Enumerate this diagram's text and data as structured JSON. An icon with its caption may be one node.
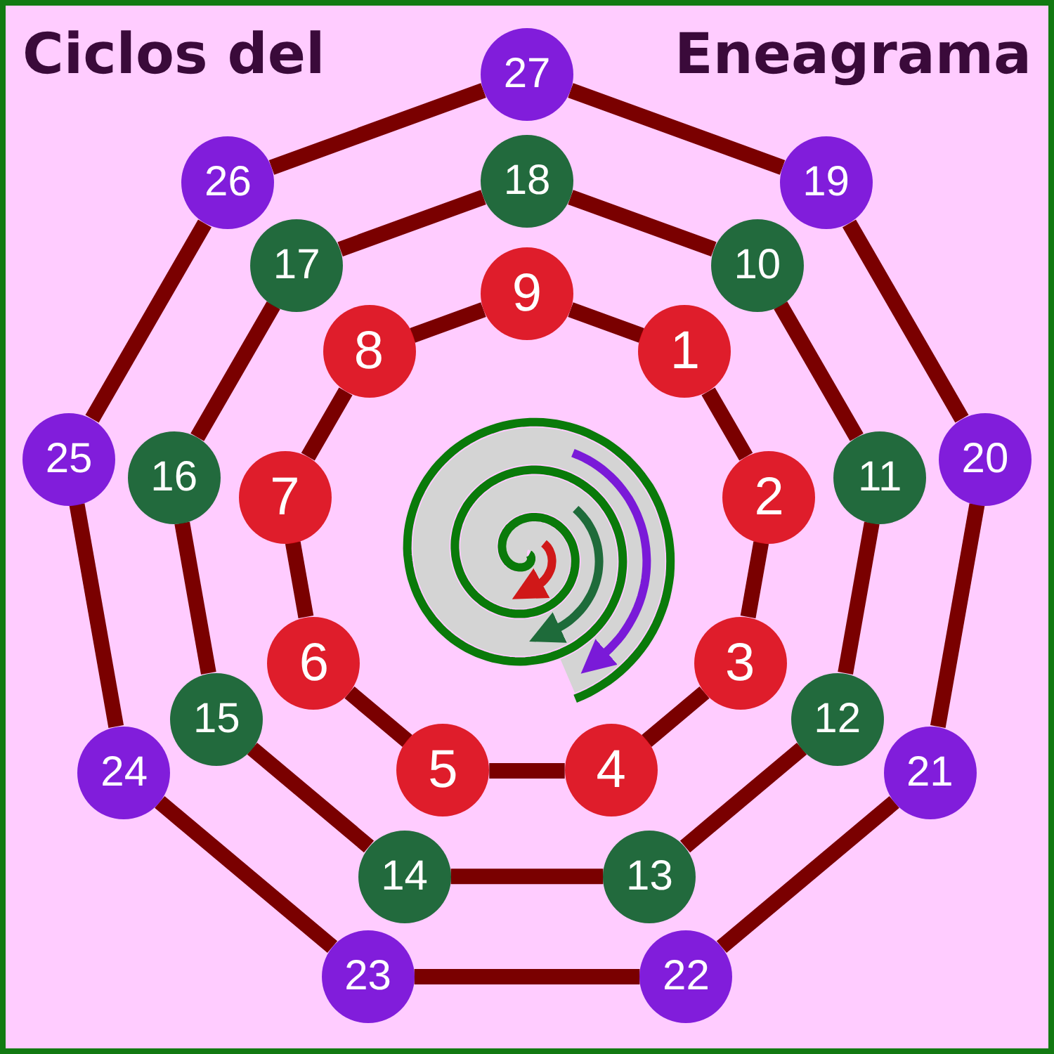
{
  "diagram": {
    "title": "Ciclos del Eneagrama",
    "nodes": [
      {
        "text": [
          "1"
        ]
      },
      {
        "text": [
          "2"
        ]
      },
      {
        "text": [
          "3"
        ]
      },
      {
        "text": [
          "4"
        ]
      },
      {
        "text": [
          "5"
        ]
      },
      {
        "text": [
          "6"
        ]
      },
      {
        "text": [
          "7"
        ]
      },
      {
        "text": [
          "8"
        ]
      },
      {
        "text": [
          "9"
        ]
      },
      {
        "text": [
          "10"
        ]
      },
      {
        "text": [
          "11"
        ]
      },
      {
        "text": [
          "12"
        ]
      },
      {
        "text": [
          "13"
        ]
      },
      {
        "text": [
          "14"
        ]
      },
      {
        "text": [
          "15"
        ]
      },
      {
        "text": [
          "16"
        ]
      },
      {
        "text": [
          "17"
        ]
      },
      {
        "text": [
          "18"
        ]
      },
      {
        "text": [
          "19"
        ]
      },
      {
        "text": [
          "20"
        ]
      },
      {
        "text": [
          "21"
        ]
      },
      {
        "text": [
          "22"
        ]
      },
      {
        "text": [
          "23"
        ]
      },
      {
        "text": [
          "24"
        ]
      },
      {
        "text": [
          "25"
        ]
      },
      {
        "text": [
          "26"
        ]
      },
      {
        "text": [
          "27"
        ]
      }
    ],
    "edges": [
      {
        "from": 0,
        "to": 1,
        "arrow": "none"
      },
      {
        "from": 1,
        "to": 2,
        "arrow": "none"
      },
      {
        "from": 2,
        "to": 3,
        "arrow": "none"
      },
      {
        "from": 3,
        "to": 4,
        "arrow": "none"
      },
      {
        "from": 4,
        "to": 5,
        "arrow": "none"
      },
      {
        "from": 5,
        "to": 6,
        "arrow": "none"
      },
      {
        "from": 6,
        "to": 7,
        "arrow": "none"
      },
      {
        "from": 7,
        "to": 8,
        "arrow": "none"
      },
      {
        "from": 8,
        "to": 0,
        "arrow": "none"
      },
      {
        "from": 9,
        "to": 10,
        "arrow": "none"
      },
      {
        "from": 10,
        "to": 11,
        "arrow": "none"
      },
      {
        "from": 11,
        "to": 12,
        "arrow": "none"
      },
      {
        "from": 12,
        "to": 13,
        "arrow": "none"
      },
      {
        "from": 13,
        "to": 14,
        "arrow": "none"
      },
      {
        "from": 14,
        "to": 15,
        "arrow": "none"
      },
      {
        "from": 15,
        "to": 16,
        "arrow": "none"
      },
      {
        "from": 16,
        "to": 17,
        "arrow": "none"
      },
      {
        "from": 17,
        "to": 9,
        "arrow": "none"
      },
      {
        "from": 18,
        "to": 19,
        "arrow": "none"
      },
      {
        "from": 19,
        "to": 20,
        "arrow": "none"
      },
      {
        "from": 20,
        "to": 21,
        "arrow": "none"
      },
      {
        "from": 21,
        "to": 22,
        "arrow": "none"
      },
      {
        "from": 22,
        "to": 23,
        "arrow": "none"
      },
      {
        "from": 23,
        "to": 24,
        "arrow": "none"
      },
      {
        "from": 24,
        "to": 25,
        "arrow": "none"
      },
      {
        "from": 25,
        "to": 26,
        "arrow": "none"
      },
      {
        "from": 26,
        "to": 18,
        "arrow": "none"
      }
    ]
  }
}
